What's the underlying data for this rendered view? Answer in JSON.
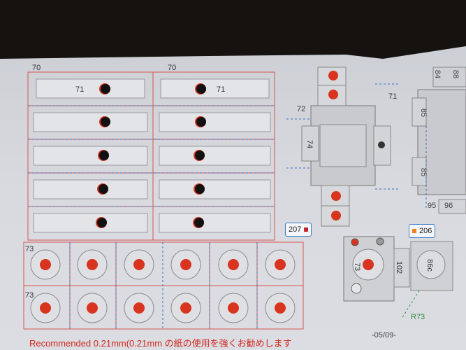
{
  "sheet": {
    "top_left_labels": [
      "70",
      "70"
    ],
    "left_strip_labels": [
      "71",
      "71"
    ],
    "mid_labels": {
      "upper_72": "72",
      "part_74": "74",
      "part_71": "71",
      "part_73": "73",
      "part_102": "102",
      "part_86c": "86c",
      "part_r73": "R73"
    },
    "disc_rows_labels": [
      "73",
      "73"
    ],
    "right_edge_labels": [
      "84",
      "88",
      "85",
      "85",
      "95",
      "96"
    ],
    "tag_207": "207",
    "tag_206": "206",
    "footer_note": "Recommended 0.21mm(0.21mm の紙の使用を強くお勧めします",
    "page_number": "-05/09-"
  },
  "colors": {
    "red": "#d8341f",
    "cut_line": "#d5564e",
    "fold_line": "#3a6fc4",
    "tag_border": "#3a7dc8",
    "tag_207_square": "#c0262a",
    "tag_206_square": "#f07f1c"
  }
}
